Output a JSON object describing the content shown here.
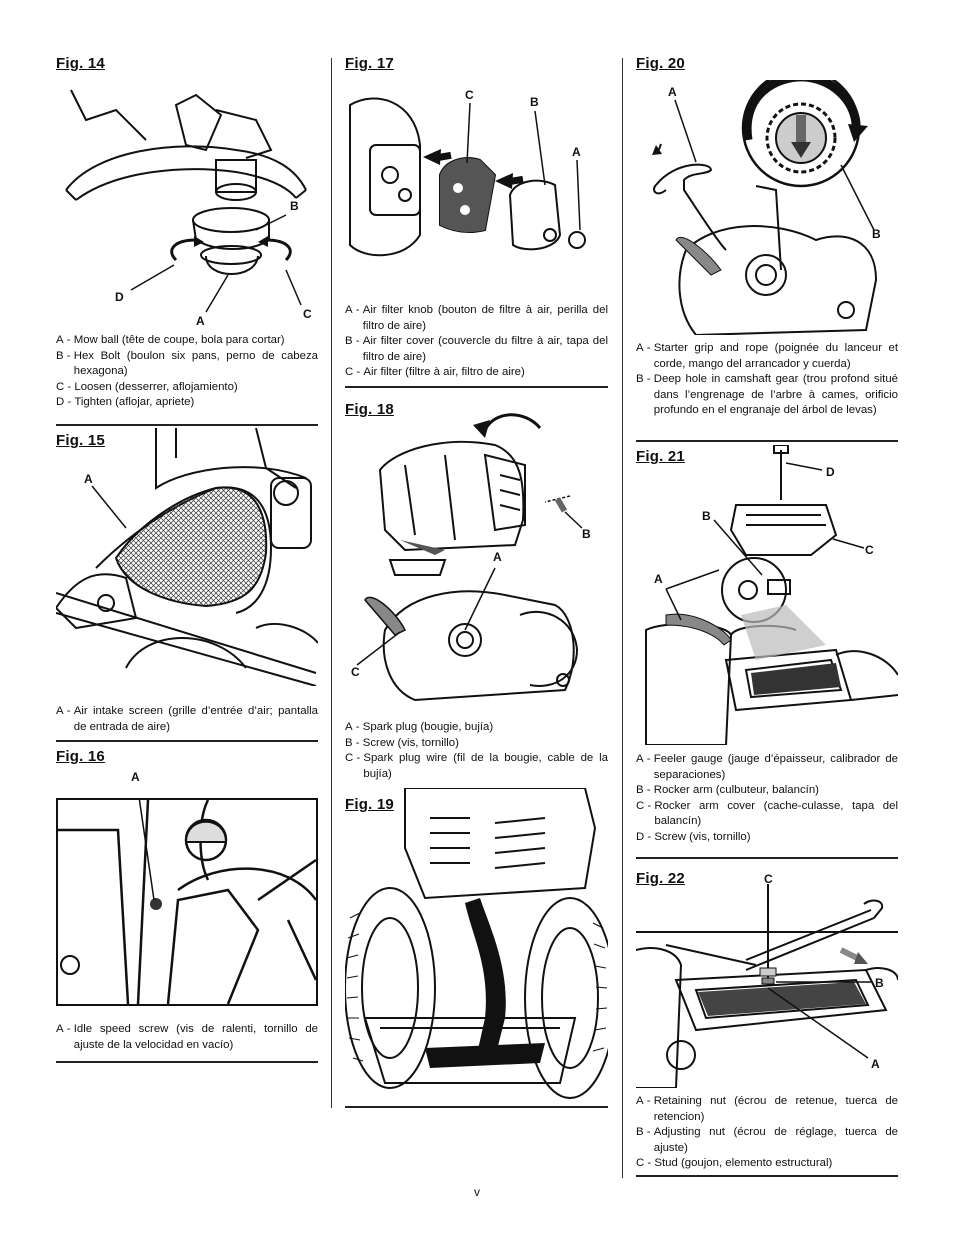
{
  "page_number": "v",
  "figures": {
    "fig14": {
      "title": "Fig. 14",
      "labels": [
        "B",
        "D",
        "A",
        "C"
      ],
      "captions": [
        {
          "key": "A",
          "text": "Mow ball (tête de coupe, bola para cortar)"
        },
        {
          "key": "B",
          "text": "Hex Bolt (boulon six pans, perno de cabeza hexagona)"
        },
        {
          "key": "C",
          "text": "Loosen (desserrer, aflojamiento)"
        },
        {
          "key": "D",
          "text": "Tighten (aflojar, apriete)"
        }
      ]
    },
    "fig15": {
      "title": "Fig. 15",
      "labels": [
        "A"
      ],
      "captions": [
        {
          "key": "A",
          "text": "Air intake screen (grille d’entrée d’air; pantalla de entrada de aire)"
        }
      ]
    },
    "fig16": {
      "title": "Fig. 16",
      "labels": [
        "A"
      ],
      "captions": [
        {
          "key": "A",
          "text": "Idle speed screw (vis de  ralenti, tornillo de ajuste de la velocidad en vacío)"
        }
      ]
    },
    "fig17": {
      "title": "Fig. 17",
      "labels": [
        "C",
        "B",
        "A"
      ],
      "captions": [
        {
          "key": "A",
          "text": "Air filter knob (bouton de filtre à air, perilla del filtro de aire)"
        },
        {
          "key": "B",
          "text": "Air filter cover (couvercle du filtre à air, tapa del filtro de aire)"
        },
        {
          "key": "C",
          "text": "Air filter (filtre à air, filtro de aire)"
        }
      ]
    },
    "fig18": {
      "title": "Fig. 18",
      "labels": [
        "B",
        "A",
        "C"
      ],
      "captions": [
        {
          "key": "A",
          "text": "Spark plug (bougie, bujía)"
        },
        {
          "key": "B",
          "text": "Screw (vis, tornillo)"
        },
        {
          "key": "C",
          "text": "Spark plug wire (fil de la bougie, cable de la bujía)"
        }
      ]
    },
    "fig19": {
      "title": "Fig. 19"
    },
    "fig20": {
      "title": "Fig. 20",
      "labels": [
        "A",
        "B"
      ],
      "captions": [
        {
          "key": "A",
          "text": "Starter grip and rope (poignée du lanceur et corde, mango del arrancador y cuerda)"
        },
        {
          "key": "B",
          "text": "Deep hole in camshaft gear (trou profond situé dans l’engrenage de l’arbre à cames, orificio profundo en el engranaje del árbol de levas)"
        }
      ]
    },
    "fig21": {
      "title": "Fig. 21",
      "labels": [
        "D",
        "B",
        "C",
        "A"
      ],
      "captions": [
        {
          "key": "A",
          "text": "Feeler gauge (jauge d’épaisseur, calibrador de separaciones)"
        },
        {
          "key": "B",
          "text": "Rocker arm (culbuteur, balancín)"
        },
        {
          "key": "C",
          "text": "Rocker arm cover (cache-culasse, tapa del balancín)"
        },
        {
          "key": "D",
          "text": "Screw (vis, tornillo)"
        }
      ]
    },
    "fig22": {
      "title": "Fig. 22",
      "labels": [
        "C",
        "B",
        "A"
      ],
      "captions": [
        {
          "key": "A",
          "text": "Retaining nut (écrou de retenue, tuerca de retencion)"
        },
        {
          "key": "B",
          "text": "Adjusting nut (écrou de réglage, tuerca de ajuste)"
        },
        {
          "key": "C",
          "text": "Stud (goujon, elemento estructural)"
        }
      ]
    }
  }
}
